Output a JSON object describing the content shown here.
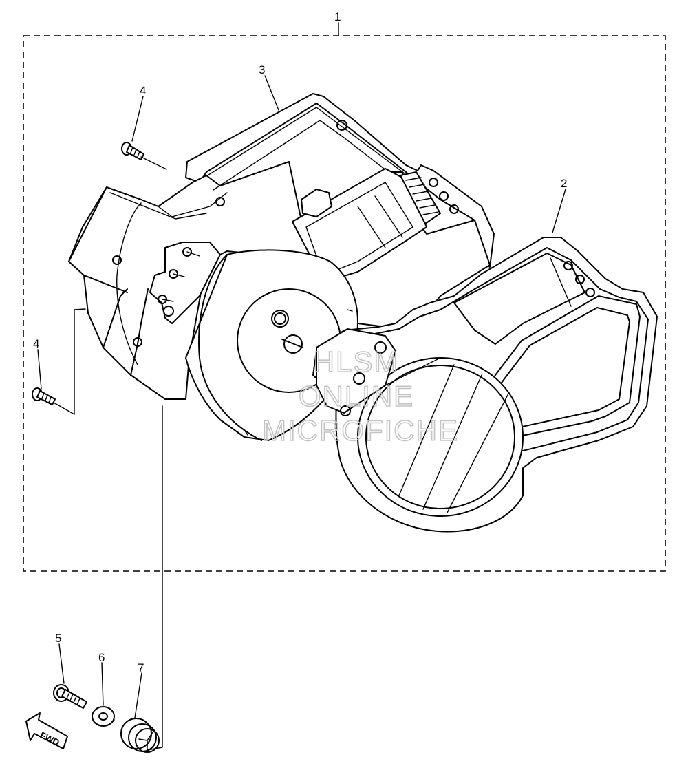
{
  "callouts": [
    {
      "id": "1",
      "label": "1"
    },
    {
      "id": "2",
      "label": "2"
    },
    {
      "id": "3",
      "label": "3"
    },
    {
      "id": "4a",
      "label": "4"
    },
    {
      "id": "4b",
      "label": "4"
    },
    {
      "id": "5",
      "label": "5"
    },
    {
      "id": "6",
      "label": "6"
    },
    {
      "id": "7",
      "label": "7"
    }
  ],
  "watermark": {
    "line1": "HLSM",
    "line2": "ONLINE",
    "line3": "MICROFICHE",
    "color": "#c4c4c4"
  },
  "direction_arrow": {
    "label": "FWD"
  }
}
